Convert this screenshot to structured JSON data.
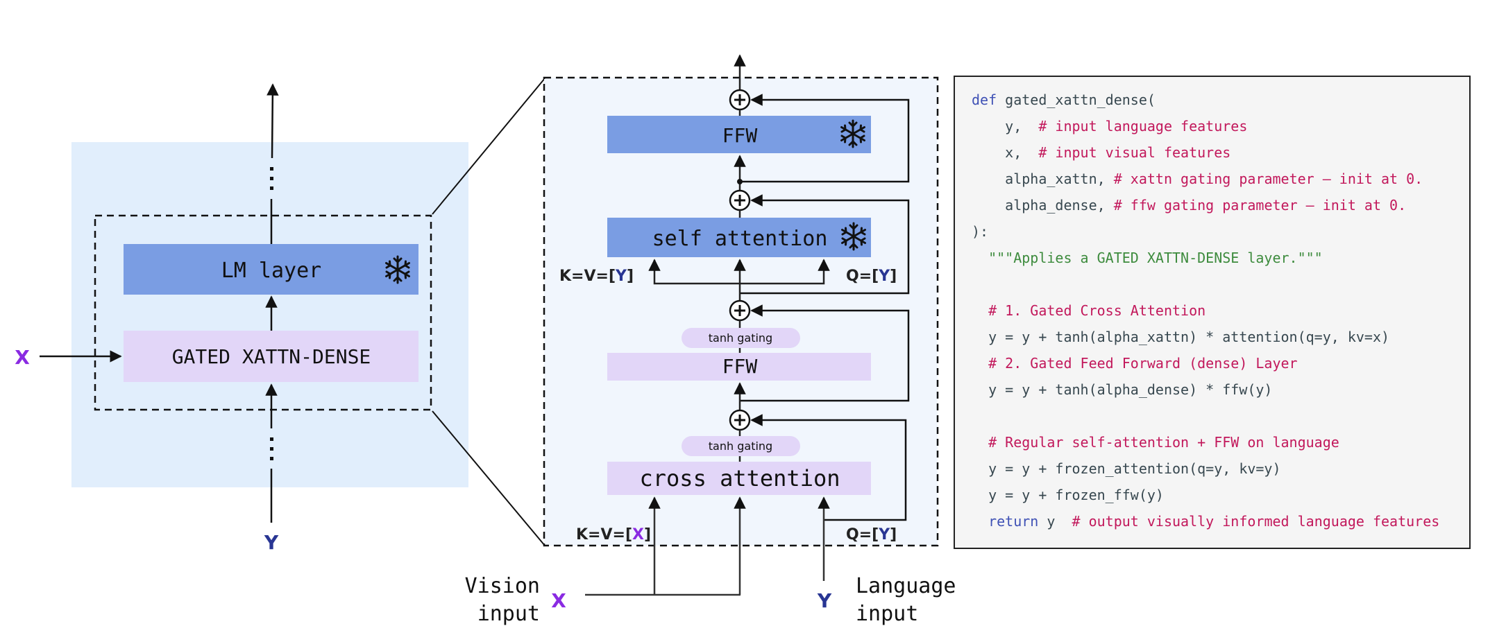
{
  "colors": {
    "frozen_block": "#7a9de3",
    "trainable_block": "#e2d6f8",
    "left_panel_bg": "#e1eefc",
    "middle_panel_bg": "#f1f6fd",
    "x_color": "#8a2be2",
    "y_color": "#283593",
    "code_bg": "#f5f5f5",
    "code_keyword": "#3f51b5",
    "code_comment": "#c2185b",
    "code_string": "#3d8b3d",
    "code_text": "#37474f"
  },
  "left_panel": {
    "lm_layer_label": "LM layer",
    "gated_label": "GATED XATTN-DENSE",
    "x_label": "X",
    "y_label": "Y",
    "frozen_icon": "snowflake-icon"
  },
  "middle_panel": {
    "ffw_frozen_label": "FFW",
    "self_attention_label": "self attention",
    "ffw_gated_label": "FFW",
    "cross_attention_label": "cross attention",
    "tanh_gating_label": "tanh gating",
    "self_attn_kv": {
      "prefix": "K=V=[",
      "var": "Y",
      "suffix": "]"
    },
    "self_attn_q": {
      "prefix": "Q=[",
      "var": "Y",
      "suffix": "]"
    },
    "cross_attn_kv": {
      "prefix": "K=V=[",
      "var": "X",
      "suffix": "]"
    },
    "cross_attn_q": {
      "prefix": "Q=[",
      "var": "Y",
      "suffix": "]"
    },
    "add_icon": "plus-circle-icon",
    "frozen_icon": "snowflake-icon"
  },
  "inputs": {
    "vision_line1": "Vision",
    "vision_line2": "input",
    "vision_var": "X",
    "language_line1": "Language",
    "language_line2": "input",
    "language_var": "Y"
  },
  "code": {
    "lines": [
      [
        {
          "t": "kw",
          "v": "def"
        },
        {
          "t": "tx",
          "v": " gated_xattn_dense("
        }
      ],
      [
        {
          "t": "tx",
          "v": "    y,  "
        },
        {
          "t": "cm",
          "v": "# input language features"
        }
      ],
      [
        {
          "t": "tx",
          "v": "    x,  "
        },
        {
          "t": "cm",
          "v": "# input visual features"
        }
      ],
      [
        {
          "t": "tx",
          "v": "    alpha_xattn, "
        },
        {
          "t": "cm",
          "v": "# xattn gating parameter – init at 0."
        }
      ],
      [
        {
          "t": "tx",
          "v": "    alpha_dense, "
        },
        {
          "t": "cm",
          "v": "# ffw gating parameter – init at 0."
        }
      ],
      [
        {
          "t": "tx",
          "v": "):"
        }
      ],
      [
        {
          "t": "str",
          "v": "  \"\"\"Applies a GATED XATTN-DENSE layer.\"\"\""
        }
      ],
      [
        {
          "t": "tx",
          "v": ""
        }
      ],
      [
        {
          "t": "cm",
          "v": "  # 1. Gated Cross Attention"
        }
      ],
      [
        {
          "t": "tx",
          "v": "  y = y + tanh(alpha_xattn) * attention(q=y, kv=x)"
        }
      ],
      [
        {
          "t": "cm",
          "v": "  # 2. Gated Feed Forward (dense) Layer"
        }
      ],
      [
        {
          "t": "tx",
          "v": "  y = y + tanh(alpha_dense) * ffw(y)"
        }
      ],
      [
        {
          "t": "tx",
          "v": ""
        }
      ],
      [
        {
          "t": "cm",
          "v": "  # Regular self-attention + FFW on language"
        }
      ],
      [
        {
          "t": "tx",
          "v": "  y = y + frozen_attention(q=y, kv=y)"
        }
      ],
      [
        {
          "t": "tx",
          "v": "  y = y + frozen_ffw(y)"
        }
      ],
      [
        {
          "t": "kw",
          "v": "  return"
        },
        {
          "t": "tx",
          "v": " y  "
        },
        {
          "t": "cm",
          "v": "# output visually informed language features"
        }
      ]
    ]
  }
}
